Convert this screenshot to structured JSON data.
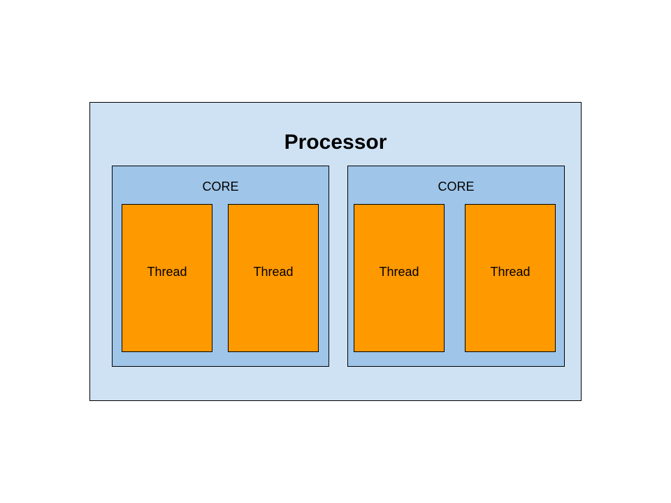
{
  "processor": {
    "title": "Processor",
    "cores": [
      {
        "label": "CORE",
        "threads": [
          {
            "label": "Thread"
          },
          {
            "label": "Thread"
          }
        ]
      },
      {
        "label": "CORE",
        "threads": [
          {
            "label": "Thread"
          },
          {
            "label": "Thread"
          }
        ]
      }
    ]
  },
  "colors": {
    "processor_fill": "#cfe2f3",
    "core_fill": "#9fc5e8",
    "thread_fill": "#ff9900",
    "border": "#000000"
  }
}
